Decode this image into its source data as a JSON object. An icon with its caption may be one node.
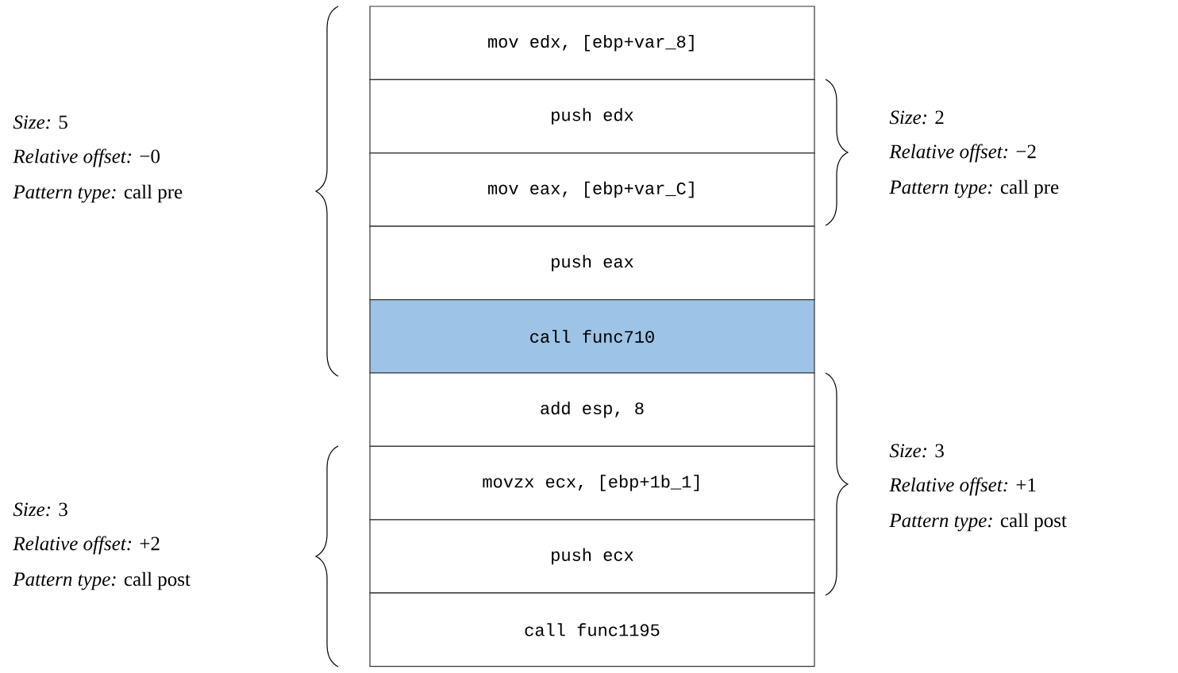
{
  "diagram": {
    "nodes": [
      {
        "text": [
          "mov edx, [ebp+var_8]"
        ]
      },
      {
        "text": [
          "push edx"
        ]
      },
      {
        "text": [
          "mov eax, [ebp+var_C]"
        ]
      },
      {
        "text": [
          "push eax"
        ]
      },
      {
        "text": [
          "call func710"
        ]
      },
      {
        "text": [
          "add esp, 8"
        ]
      },
      {
        "text": [
          "movzx ecx, [ebp+1b_1]"
        ]
      },
      {
        "text": [
          "push ecx"
        ]
      },
      {
        "text": [
          "call func1195"
        ]
      }
    ],
    "edges": [],
    "labels": [
      "*Size:* 5",
      "*Relative offset:* −0",
      "*Pattern type:* call pre",
      "*Size:* 2",
      "*Relative offset:* −2",
      "*Pattern type:* call pre",
      "*Size:* 3",
      "*Relative offset:* +1",
      "*Pattern type:* call post",
      "*Size:* 3",
      "*Relative offset:* +2",
      "*Pattern type:* call post"
    ]
  }
}
